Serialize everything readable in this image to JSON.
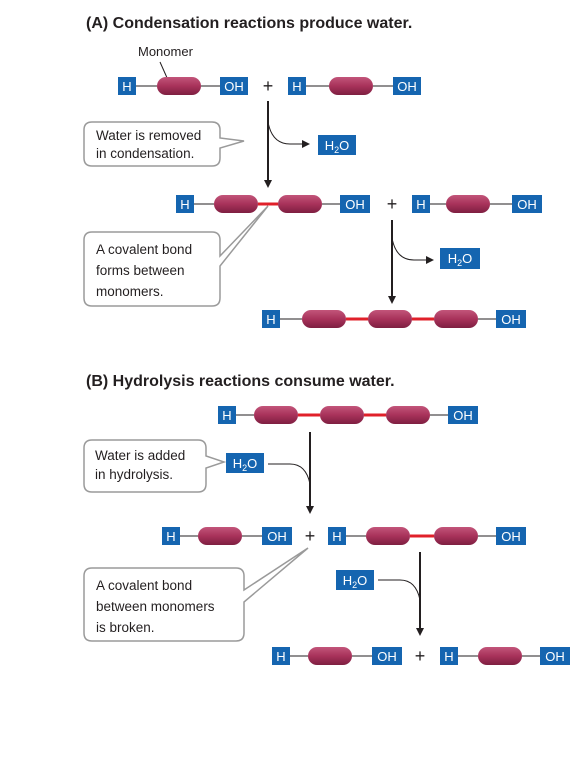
{
  "colors": {
    "box_blue": "#1565b0",
    "monomer": "#a8325a",
    "covalent_bond": "#e0202a",
    "line": "#231f20",
    "callout_border": "#9a9a9a"
  },
  "section_a": {
    "title": "(A)  Condensation reactions produce water.",
    "monomer_label": "Monomer",
    "note_1": [
      "Water is removed",
      "in condensation."
    ],
    "note_2": [
      "A covalent bond",
      "forms between",
      "monomers."
    ]
  },
  "section_b": {
    "title": "(B)  Hydrolysis reactions consume water.",
    "note_1": [
      "Water is added",
      "in hydrolysis."
    ],
    "note_2": [
      "A covalent bond",
      "between monomers",
      "is broken."
    ]
  },
  "labels": {
    "h": "H",
    "oh": "OH",
    "plus": "+",
    "water_h": "H",
    "water_sub": "2",
    "water_o": "O"
  }
}
